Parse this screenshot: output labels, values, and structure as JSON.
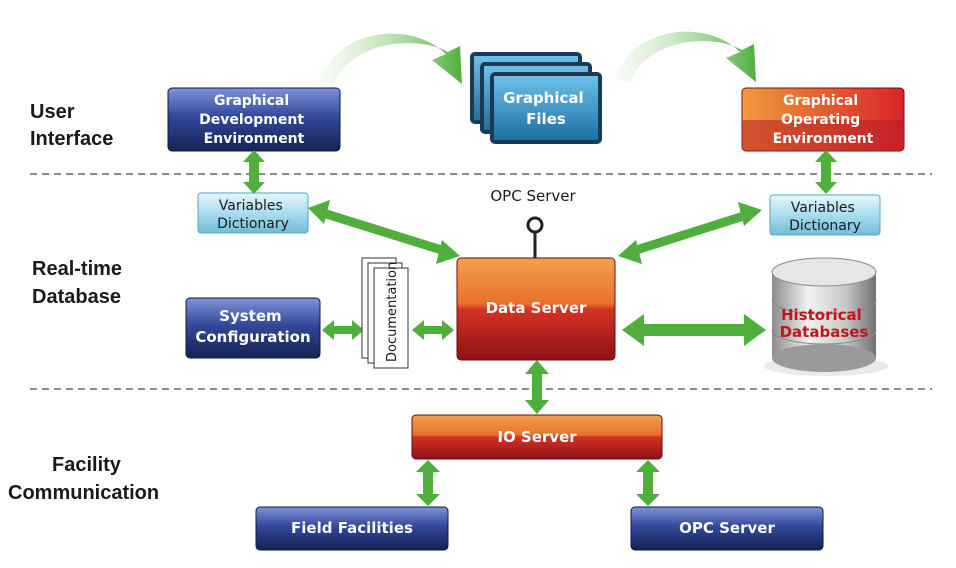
{
  "sections": {
    "user_interface": [
      "User",
      "Interface"
    ],
    "realtime_db": [
      "Real-time",
      "Database"
    ],
    "facility_comm": [
      "Facility",
      "Communication"
    ]
  },
  "nodes": {
    "graphical_dev": [
      "Graphical",
      "Development",
      "Environment"
    ],
    "graphical_files": [
      "Graphical",
      "Files"
    ],
    "graphical_op": [
      "Graphical",
      "Operating",
      "Environment"
    ],
    "vars_left": [
      "Variables",
      "Dictionary"
    ],
    "vars_right": [
      "Variables",
      "Dictionary"
    ],
    "opc_server_label": "OPC Server",
    "data_server": "Data Server",
    "documentation": "Documentation",
    "system_config": [
      "System",
      "Configuration"
    ],
    "historical": [
      "Historical",
      "Databases"
    ],
    "io_server": "IO Server",
    "field_facilities": "Field Facilities",
    "opc_server_bottom": "OPC Server"
  },
  "colors": {
    "navy": "#2a3f86",
    "red": "#c21c22",
    "orange": "#f08a2a",
    "cyan": "#9fd8ec",
    "files_blue": "#3590c4",
    "arrow_green": "#4fae3c"
  }
}
